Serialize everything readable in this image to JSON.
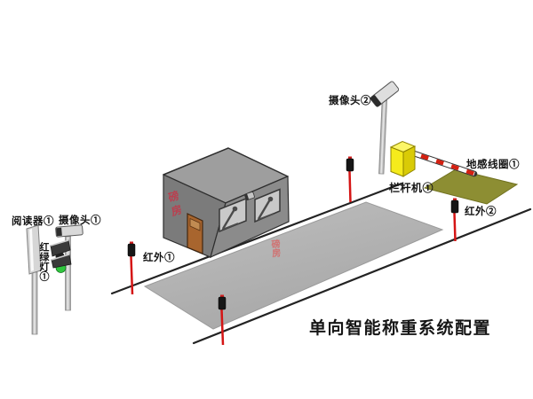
{
  "diagram": {
    "title": "单向智能称重系统配置",
    "building_sign": "磅房",
    "watermark": "磅房"
  },
  "labels": {
    "reader": "阅读器①",
    "camera1": "摄像头①",
    "traffic_light": "红绿灯①",
    "infrared1": "红外①",
    "camera2": "摄像头②",
    "barrier_machine": "栏杆机①",
    "ground_coil": "地感线圈①",
    "infrared2": "红外②"
  },
  "colors": {
    "road_line": "#232323",
    "weighbridge_gray": "#b0b0b0",
    "coil_mat_olive": "#8d8e33",
    "barrier_box_yellow": "#f5eb1c",
    "barrier_arm_red": "#d42011",
    "sensor_pole_red": "#d51515",
    "signal_green": "#2fc63d",
    "building_roof": "#9e9e9e",
    "building_left_wall": "#7b7b7b",
    "building_front_wall": "#8b8b8b",
    "door_brown": "#a8652e",
    "sign_red": "#c53548",
    "label_black": "#141414"
  }
}
